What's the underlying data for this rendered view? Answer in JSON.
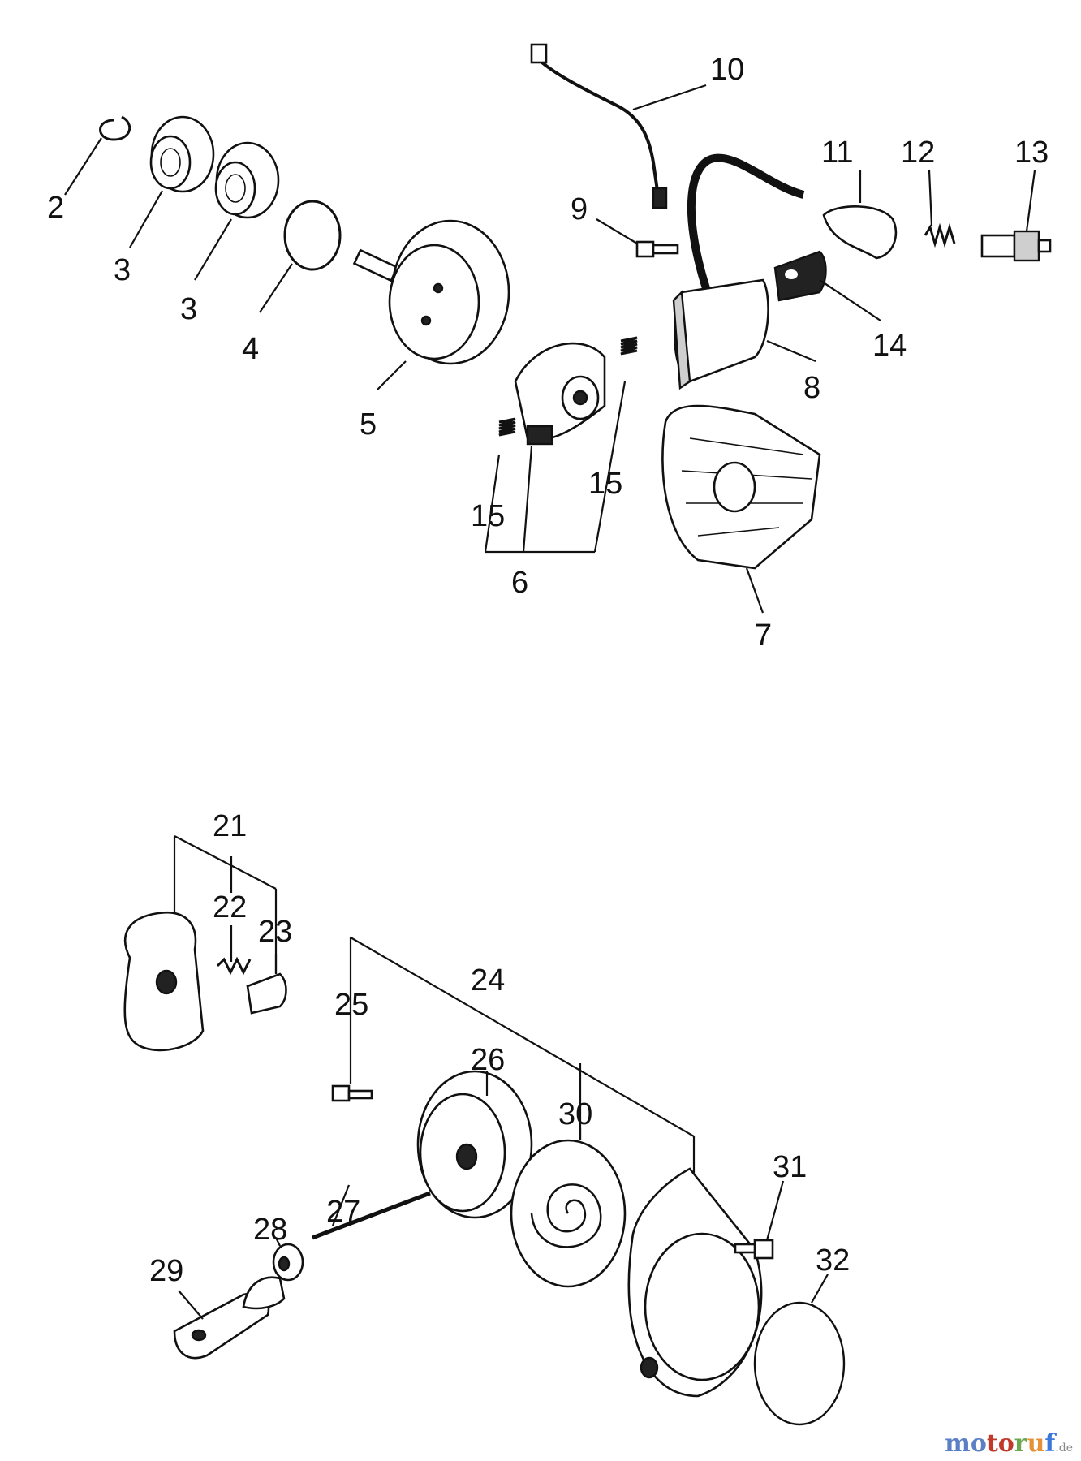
{
  "callouts": {
    "c2": "2",
    "c3a": "3",
    "c3b": "3",
    "c4": "4",
    "c5": "5",
    "c6": "6",
    "c7": "7",
    "c8": "8",
    "c9": "9",
    "c10": "10",
    "c11": "11",
    "c12": "12",
    "c13": "13",
    "c14": "14",
    "c15a": "15",
    "c15b": "15",
    "c21": "21",
    "c22": "22",
    "c23": "23",
    "c24": "24",
    "c25": "25",
    "c26": "26",
    "c27": "27",
    "c28": "28",
    "c29": "29",
    "c30": "30",
    "c31": "31",
    "c32": "32"
  },
  "watermark": {
    "p1": "mo",
    "p2": "to",
    "p3": "r",
    "p4": "u",
    "p5": "f",
    "p6": ".de"
  }
}
